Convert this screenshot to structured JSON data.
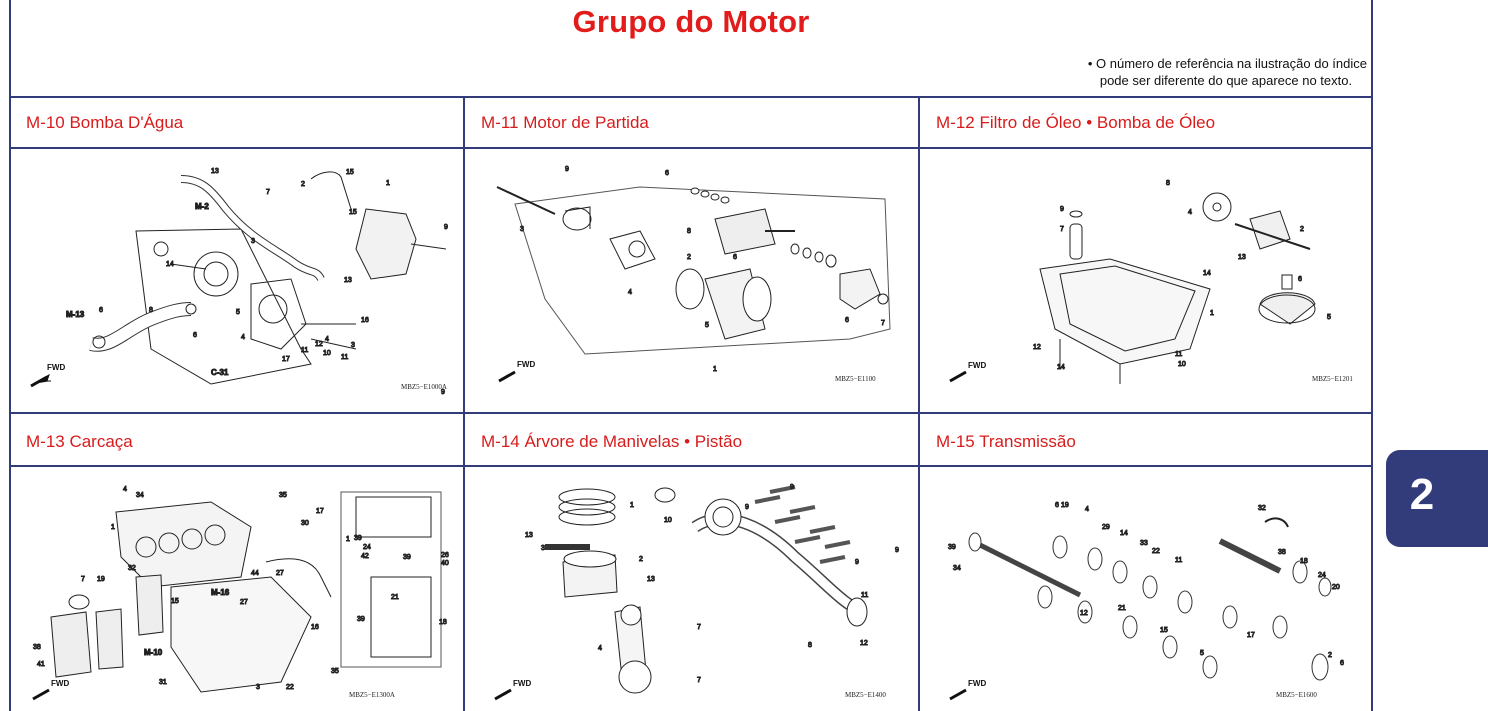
{
  "header": {
    "title": "Grupo do Motor",
    "note_line1": "• O número de referência na ilustração do índice",
    "note_line2": "pode ser diferente do que aparece no texto."
  },
  "cells": [
    {
      "title": "M-10 Bomba D'Água",
      "code": "MBZ5−E1000A"
    },
    {
      "title": "M-11 Motor de Partida",
      "code": "MBZ5−E1100"
    },
    {
      "title": "M-12 Filtro de Óleo • Bomba de Óleo",
      "code": "MBZ5−E1201"
    },
    {
      "title": "M-13 Carcaça",
      "code": "MBZ5−E1300A"
    },
    {
      "title": "M-14 Árvore de Manivelas • Pistão",
      "code": "MBZ5−E1400"
    },
    {
      "title": "M-15 Transmissão",
      "code": "MBZ5−E1600"
    }
  ],
  "fwd_label": "FWD",
  "side_tab": "2",
  "colors": {
    "accent_red": "#e21b1b",
    "border_navy": "#333c7a"
  }
}
